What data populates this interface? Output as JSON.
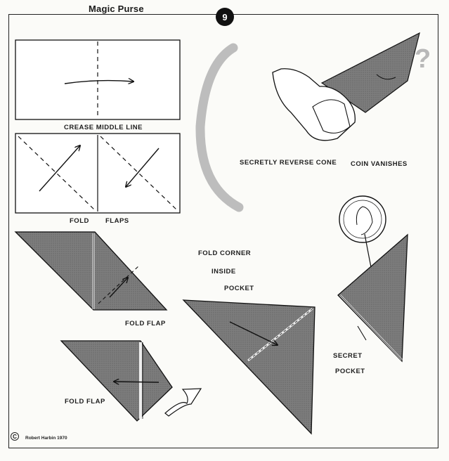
{
  "header": {
    "title": "Magic Purse",
    "step_number": "9"
  },
  "labels": {
    "crease_middle_line": "CREASE MIDDLE LINE",
    "fold": "FOLD",
    "flaps": "FLAPS",
    "fold_flap_1": "FOLD FLAP",
    "fold_flap_2": "FOLD FLAP",
    "fold_corner": "FOLD CORNER",
    "inside": "INSIDE",
    "pocket": "POCKET",
    "secretly_reverse_cone": "SECRETLY REVERSE CONE",
    "coin_vanishes": "COIN VANISHES",
    "secret": "SECRET",
    "pocket_2": "POCKET",
    "question_mark": "?"
  },
  "footer": {
    "copyright_symbol": "C",
    "credit": "Robert Harbin 1970"
  },
  "colors": {
    "paper_gray": "#7a7a7a",
    "paper_dark": "#5e5e5e",
    "line": "#1a1a1a",
    "page": "#fbfbf8"
  }
}
